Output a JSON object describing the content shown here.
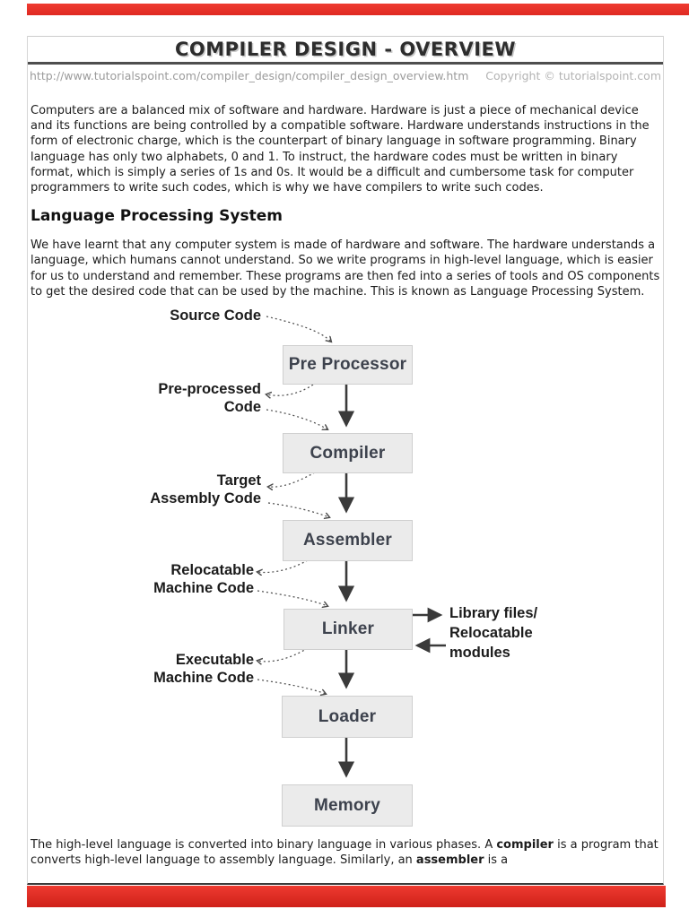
{
  "page": {
    "title": "COMPILER DESIGN - OVERVIEW",
    "source_url": "http://www.tutorialspoint.com/compiler_design/compiler_design_overview.htm",
    "copyright": "Copyright © tutorialspoint.com"
  },
  "colors": {
    "divider_red": "#e5322b",
    "title_rule": "#4e4e4e",
    "frame_border": "#d6d6d6",
    "box_fill": "#ebebeb",
    "box_border": "#cfcfcf",
    "box_text": "#3d424d",
    "body_text": "#1c1c1c",
    "meta_text": "#9b9b9b",
    "arrow": "#3a3a3a"
  },
  "content": {
    "paragraph1": "Computers are a balanced mix of software and hardware. Hardware is just a piece of mechanical device and its functions are being controlled by a compatible software. Hardware understands instructions in the form of electronic charge, which is the counterpart of binary language in software programming. Binary language has only two alphabets, 0 and 1. To instruct, the hardware codes must be written in binary format, which is simply a series of 1s and 0s. It would be a difficult and cumbersome task for computer programmers to write such codes, which is why we have compilers to write such codes.",
    "heading1": "Language Processing System",
    "paragraph2": "We have learnt that any computer system is made of hardware and software. The hardware understands a language, which humans cannot understand. So we write programs in high-level language, which is easier for us to understand and remember. These programs are then fed into a series of tools and OS components to get the desired code that can be used by the machine. This is known as Language Processing System.",
    "paragraph3": {
      "part1": "The high-level language is converted into binary language in various phases. A ",
      "bold1": "compiler",
      "part2": " is a program that converts high-level language to assembly language. Similarly, an ",
      "bold2": "assembler",
      "part3": " is a"
    }
  },
  "diagram": {
    "boxes": [
      {
        "label": "Pre Processor"
      },
      {
        "label": "Compiler"
      },
      {
        "label": "Assembler"
      },
      {
        "label": "Linker"
      },
      {
        "label": "Loader"
      },
      {
        "label": "Memory"
      }
    ],
    "side_labels": [
      {
        "line1": "Source Code",
        "line2": ""
      },
      {
        "line1": "Pre-processed",
        "line2": "Code"
      },
      {
        "line1": "Target",
        "line2": "Assembly Code"
      },
      {
        "line1": "Relocatable",
        "line2": "Machine Code"
      },
      {
        "line1": "Executable",
        "line2": "Machine Code"
      }
    ],
    "right_label": {
      "line1": "Library files/",
      "line2": "Relocatable",
      "line3": "modules"
    }
  }
}
